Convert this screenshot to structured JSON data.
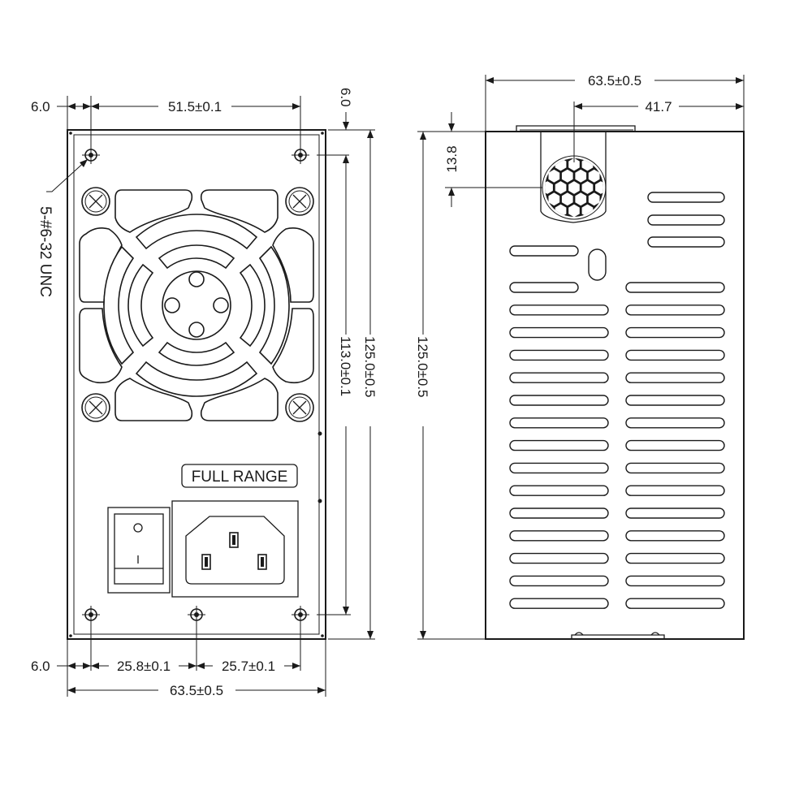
{
  "front_view": {
    "dimensions": {
      "left_margin_top": "6.0",
      "hole_spacing_top": "51.5±0.1",
      "top_margin": "6.0",
      "hole_spacing_vertical": "113.0±0.1",
      "height": "125.0±0.5",
      "left_margin_bottom": "6.0",
      "hole_spacing_bottom_left": "25.8±0.1",
      "hole_spacing_bottom_right": "25.7±0.1",
      "width": "63.5±0.5"
    },
    "screw_callout": "5-#6-32 UNC",
    "input_label": "FULL RANGE",
    "switch_on_symbol": "I",
    "switch_off_symbol": "O"
  },
  "side_view": {
    "dimensions": {
      "width": "63.5±0.5",
      "fan_offset": "41.7",
      "fan_drop": "13.8",
      "height": "125.0±0.5"
    }
  }
}
